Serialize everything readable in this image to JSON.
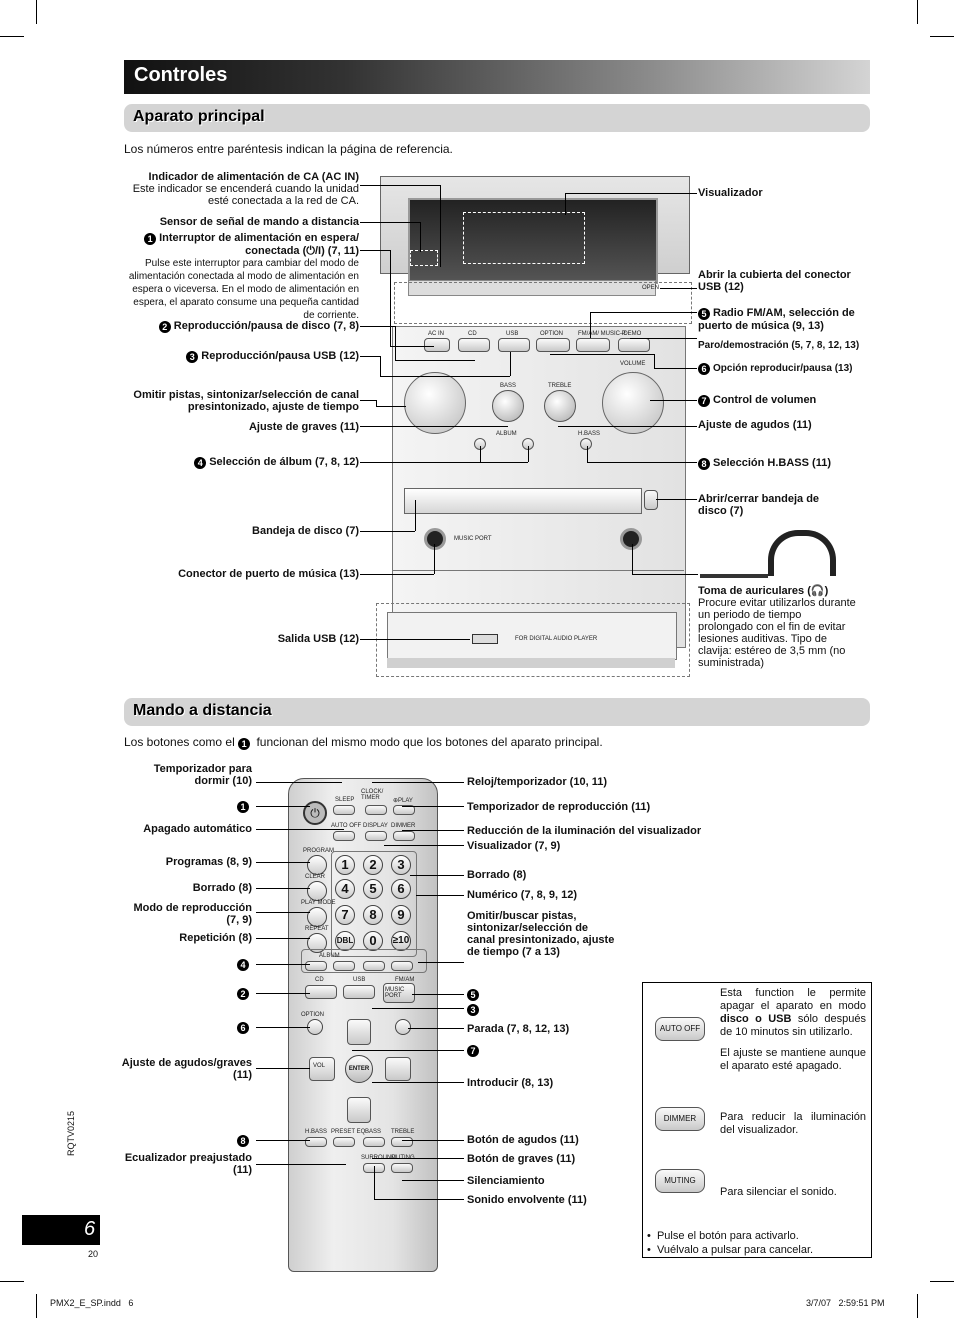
{
  "header": {
    "title": "Controles"
  },
  "section1": {
    "title": "Aparato principal",
    "note": "Los números entre paréntesis indican la página de referencia."
  },
  "main_unit": {
    "left_labels": [
      {
        "bold": "Indicador de alimentación de CA (AC IN)",
        "text": "Este indicador se encenderá cuando la unidad esté conectada a la red de CA."
      },
      {
        "bold": "Sensor de señal de mando a distancia",
        "text": ""
      },
      {
        "num": "1",
        "bold": "Interruptor de alimentación en espera/ conectada (⏻/I) (7, 11)",
        "text": "Pulse este interruptor para cambiar del modo de alimentación conectada al modo de alimentación en espera o viceversa. En el modo de alimentación en espera, el aparato consume una pequeña cantidad de corriente."
      },
      {
        "num": "2",
        "bold": "Reproducción/pausa de disco (7, 8)"
      },
      {
        "num": "3",
        "bold": "Reproducción/pausa USB (12)"
      },
      {
        "bold": "Omitir pistas, sintonizar/selección de canal presintonizado, ajuste de tiempo"
      },
      {
        "bold": "Ajuste de graves (11)"
      },
      {
        "num": "4",
        "bold": "Selección de álbum (7, 8, 12)"
      },
      {
        "bold": "Bandeja de disco (7)"
      },
      {
        "bold": "Conector de puerto de música (13)"
      },
      {
        "bold": "Salida USB (12)"
      }
    ],
    "right_labels": [
      {
        "bold": "Visualizador"
      },
      {
        "bold": "Abrir la cubierta del conector USB (12)"
      },
      {
        "num": "5",
        "bold": "Radio FM/AM, selección de puerto de música (9, 13)"
      },
      {
        "bold": "Paro/demostración (5, 7, 8, 12, 13)"
      },
      {
        "num": "6",
        "bold": "Opción reproducir/pausa (13)"
      },
      {
        "num": "7",
        "bold": "Control de volumen"
      },
      {
        "bold": "Ajuste de agudos (11)"
      },
      {
        "num": "8",
        "bold": "Selección H.BASS (11)"
      },
      {
        "bold": "Abrir/cerrar bandeja de disco (7)"
      },
      {
        "bold": "Toma de auriculares (🎧)",
        "text": "Procure evitar utilizarlos durante un periodo de tiempo prolongado con el fin de evitar lesiones auditivas. Tipo de clavija: estéreo de 3,5 mm (no suministrada)"
      }
    ],
    "panel_text": {
      "acin": "AC IN",
      "cd": "CD",
      "usb": "USB",
      "option": "OPTION",
      "fmam": "FM/AM/ MUSIC P.",
      "demo": "–DEMO",
      "open": "OPEN",
      "bass": "BASS",
      "treble": "TREBLE",
      "volume": "VOLUME",
      "hbass": "H.BASS",
      "album": "ALBUM",
      "music_port": "MUSIC PORT",
      "usb_port": "FOR DIGITAL AUDIO PLAYER"
    }
  },
  "section2": {
    "title": "Mando a distancia",
    "note_pre": "Los botones como el",
    "note_num": "1",
    "note_post": "funcionan del mismo modo que los botones del aparato principal."
  },
  "remote": {
    "left_labels": [
      {
        "bold": "Temporizador para dormir (10)"
      },
      {
        "num": "1",
        "bold": ""
      },
      {
        "bold": "Apagado automático"
      },
      {
        "bold": "Programas (8, 9)"
      },
      {
        "bold": "Borrado (8)"
      },
      {
        "bold": "Modo de reproducción (7, 9)"
      },
      {
        "bold": "Repetición (8)"
      },
      {
        "num": "4",
        "bold": ""
      },
      {
        "num": "2",
        "bold": ""
      },
      {
        "num": "6",
        "bold": ""
      },
      {
        "bold": "Ajuste de agudos/graves (11)"
      },
      {
        "num": "8",
        "bold": ""
      },
      {
        "bold": "Ecualizador preajustado (11)"
      }
    ],
    "right_labels": [
      {
        "bold": "Reloj/temporizador (10, 11)"
      },
      {
        "bold": "Temporizador de reproducción (11)"
      },
      {
        "bold": "Reducción de la iluminación del visualizador"
      },
      {
        "bold": "Visualizador (7, 9)"
      },
      {
        "bold": "Borrado (8)"
      },
      {
        "bold": "Numérico (7, 8, 9, 12)"
      },
      {
        "bold": "Omitir/buscar pistas, sintonizar/selección de canal presintonizado, ajuste de tiempo  (7 a 13)"
      },
      {
        "num": "5",
        "bold": ""
      },
      {
        "num": "3",
        "bold": ""
      },
      {
        "bold": "Parada (7, 8, 12, 13)"
      },
      {
        "num": "7",
        "bold": ""
      },
      {
        "bold": "Introducir (8, 13)"
      },
      {
        "bold": "Botón de agudos (11)"
      },
      {
        "bold": "Botón de graves (11)"
      },
      {
        "bold": "Silenciamiento"
      },
      {
        "bold": "Sonido envolvente (11)"
      }
    ],
    "keys": {
      "sleep": "SLEEP",
      "clock": "CLOCK/ TIMER",
      "play": "⊕PLAY",
      "autooff": "AUTO OFF",
      "display": "DISPLAY",
      "dimmer": "DIMMER",
      "program": "PROGRAM",
      "clear": "CLEAR",
      "playmode": "PLAY MODE",
      "repeat": "REPEAT",
      "album": "ALBUM",
      "cd": "CD",
      "usb": "USB",
      "fmam": "FM/AM",
      "musicport": "MUSIC PORT",
      "option": "OPTION",
      "enter": "ENTER",
      "vol": "VOL",
      "hbass": "H.BASS",
      "preseteq": "PRESET EQ",
      "bass": "BASS",
      "treble": "TREBLE",
      "surround": "SURROUND",
      "muting": "MUTING",
      "dbl": "DBL",
      "ge10": "≥10"
    },
    "digits": [
      "1",
      "2",
      "3",
      "4",
      "5",
      "6",
      "7",
      "8",
      "9",
      "0"
    ]
  },
  "infobox": {
    "autooff_key": "AUTO OFF",
    "dimmer_key": "DIMMER",
    "muting_key": "MUTING",
    "autooff_1a": "Esta function le permite apagar el aparato en modo ",
    "autooff_1b": "disco o USB",
    "autooff_1c": " sólo después de 10 minutos sin utilizarlo.",
    "autooff_2": "El ajuste se mantiene aunque el aparato esté apagado.",
    "dimmer": "Para reducir la iluminación del visualizador.",
    "muting": "Para silenciar el sonido.",
    "bullet1": "Pulse el botón para activarlo.",
    "bullet2": "Vuélvalo a pulsar para cancelar."
  },
  "footer": {
    "doc_code": "RQTV0215",
    "page_num": "6",
    "page_small": "20",
    "file": "PMX2_E_SP.indd   6",
    "date": "3/7/07   2:59:51 PM"
  }
}
